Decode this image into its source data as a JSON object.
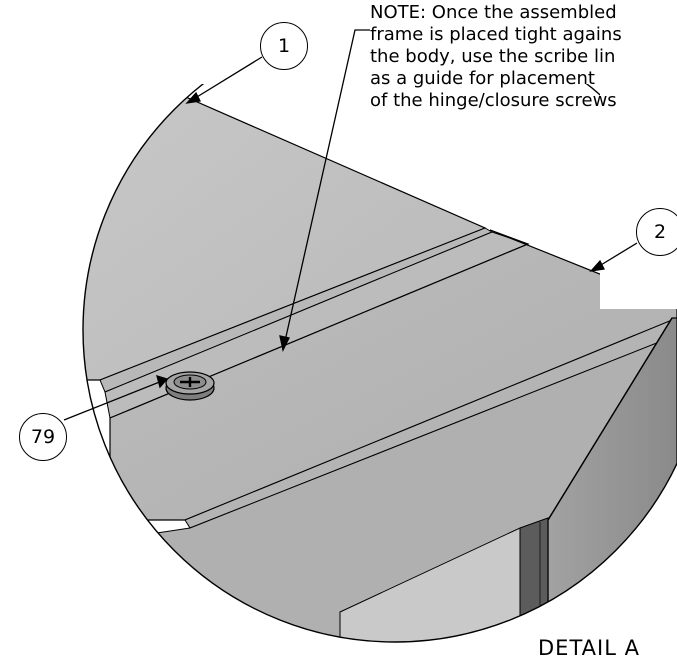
{
  "note": {
    "lines": [
      "NOTE: Once the assembled",
      "frame is placed tight agains",
      "the body, use the scribe lin",
      "as a guide for placement",
      "of the hinge/closure screws"
    ]
  },
  "balloons": {
    "item_1": "1",
    "item_2": "2",
    "item_79": "79"
  },
  "detail_label": "DETAIL  A",
  "colors": {
    "line": "#000000",
    "panel_light": "#c3c3c3",
    "panel_mid": "#b1b1b1",
    "panel_dark": "#8f8f8f",
    "screw": "#9c9c9c"
  }
}
